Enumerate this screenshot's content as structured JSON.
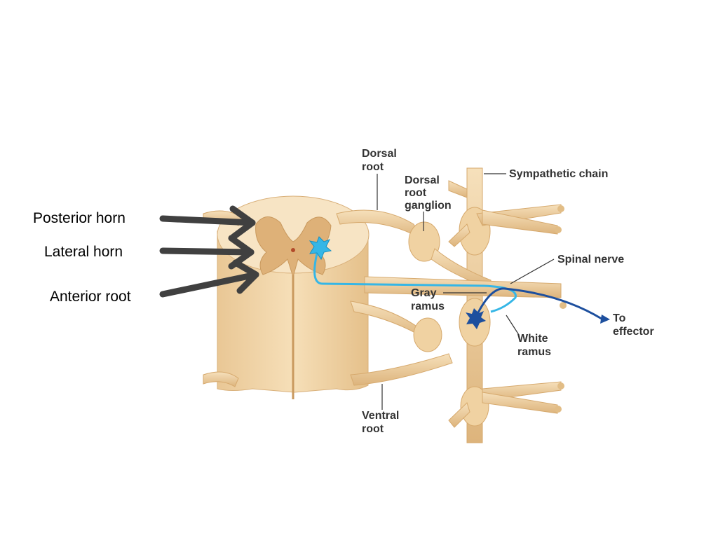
{
  "slide_labels": {
    "posterior_horn": "Posterior horn",
    "lateral_horn": "Lateral horn",
    "anterior_root": "Anterior root"
  },
  "figure_labels": {
    "dorsal_root_1": "Dorsal",
    "dorsal_root_2": "root",
    "drg_1": "Dorsal",
    "drg_2": "root",
    "drg_3": "ganglion",
    "sympathetic_chain": "Sympathetic chain",
    "spinal_nerve": "Spinal nerve",
    "gray_ramus_1": "Gray",
    "gray_ramus_2": "ramus",
    "white_ramus_1": "White",
    "white_ramus_2": "ramus",
    "to_effector_1": "To",
    "to_effector_2": "effector",
    "ventral_root_1": "Ventral",
    "ventral_root_2": "root"
  },
  "colors": {
    "tissue": "#f3d9ae",
    "tissue_dark": "#e2bd86",
    "gray_matter": "#deb178",
    "neuron_light": "#35b6e6",
    "neuron_dark": "#1d4f9e",
    "arrow": "#404040"
  }
}
